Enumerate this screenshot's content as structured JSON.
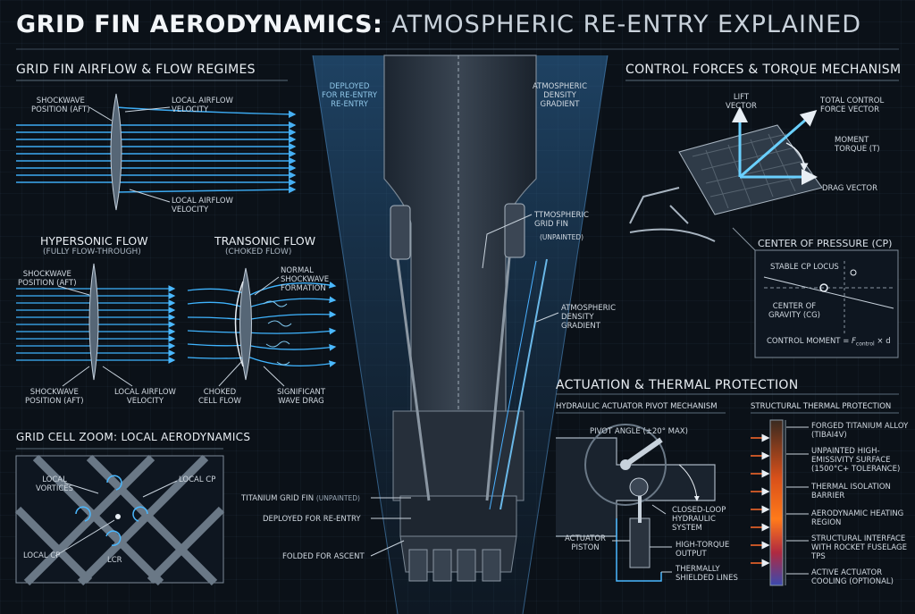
{
  "title": {
    "main": "GRID FIN AERODYNAMICS:",
    "sub": "ATMOSPHERIC RE-ENTRY EXPLAINED"
  },
  "airflow": {
    "heading": "GRID FIN AIRFLOW & FLOW REGIMES",
    "shockwave_top": "SHOCKWAVE\nPOSITION (AFT)",
    "local_velocity_top": "LOCAL AIRFLOW\nVELOCITY",
    "local_velocity_bottom": "LOCAL AIRFLOW\nVELOCITY",
    "hypersonic_title": "HYPERSONIC FLOW",
    "hypersonic_sub": "(FULLY FLOW-THROUGH)",
    "transonic_title": "TRANSONIC FLOW",
    "transonic_sub": "(CHOKED FLOW)",
    "shockwave_hyp": "SHOCKWAVE\nPOSITION (AFT)",
    "shockwave_hyp_bottom": "SHOCKWAVE\nPOSITION (AFT)",
    "local_velocity_hyp": "LOCAL AIRFLOW\nVELOCITY",
    "normal_shock": "NORMAL\nSHOCKWAVE\nFORMATION",
    "choked": "CHOKED\nCELL FLOW",
    "wave_drag": "SIGNIFICANT\nWAVE DRAG"
  },
  "cell_zoom": {
    "heading": "GRID CELL ZOOM: LOCAL AERODYNAMICS",
    "local_vortices": "LOCAL\nVORTICES",
    "local_cp_right": "LOCAL CP",
    "local_cp_left": "LOCAL CP",
    "lcr": "LCR"
  },
  "center": {
    "deployed_top": "DEPLOYED\nFOR RE-ENTRY\nRE-ENTRY",
    "density_top": "ATMOSPHERIC\nDENSITY\nGRADIENT",
    "grid_fin_label": "TTMOSPHERIC\nGRID FIN",
    "grid_fin_unpainted": "(UNPAINTED)",
    "density_mid": "ATMOSPHERIC\nDENSITY\nGRADIENT",
    "titanium_fin": "TITANIUM GRID FIN",
    "titanium_unpainted": "(UNPAINTED)",
    "deployed": "DEPLOYED FOR RE-ENTRY",
    "folded": "FOLDED FOR ASCENT"
  },
  "control": {
    "heading": "CONTROL FORCES & TORQUE MECHANISM",
    "lift": "LIFT\nVECTOR",
    "total": "TOTAL CONTROL\nFORCE VECTOR",
    "moment": "MOMENT\nTORQUE (τ)",
    "drag": "DRAG VECTOR"
  },
  "cp": {
    "heading": "CENTER OF PRESSURE (CP)",
    "stable": "STABLE CP LOCUS",
    "cg": "CENTER OF\nGRAVITY (CG)",
    "moment_prefix": "CONTROL MOMENT = ",
    "moment_f": "F",
    "moment_sub": "control",
    "moment_suffix": " × d"
  },
  "actuation": {
    "heading": "ACTUATION & THERMAL PROTECTION",
    "hydraulic_heading": "HYDRAULIC ACTUATOR PIVOT MECHANISM",
    "pivot_angle": "PIVOT ANGLE (±20° MAX)",
    "closed_loop": "CLOSED-LOOP\nHYDRAULIC\nSYSTEM",
    "actuator_piston": "ACTUATOR\nPISTON",
    "high_torque": "HIGH-TORQUE\nOUTPUT",
    "shielded": "THERMALLY\nSHIELDED LINES",
    "thermal_heading": "STRUCTURAL THERMAL PROTECTION",
    "layers": [
      "FORGED TITANIUM ALLOY\n(TIBAI4V)",
      "UNPAINTED HIGH-\nEMISSIVITY SURFACE\n(1500°C+ TOLERANCE)",
      "THERMAL ISOLATION\nBARRIER",
      "AERODYNAMIC HEATING\nREGION",
      "STRUCTURAL INTERFACE\nWITH ROCKET FUSELAGE\nTPS",
      "ACTIVE ACTUATOR\nCOOLING (OPTIONAL)"
    ]
  },
  "colors": {
    "background": "#0b1118",
    "flow": "#3fb4ff",
    "accent": "#8fc6e8",
    "heat": "#ff5a1a"
  }
}
